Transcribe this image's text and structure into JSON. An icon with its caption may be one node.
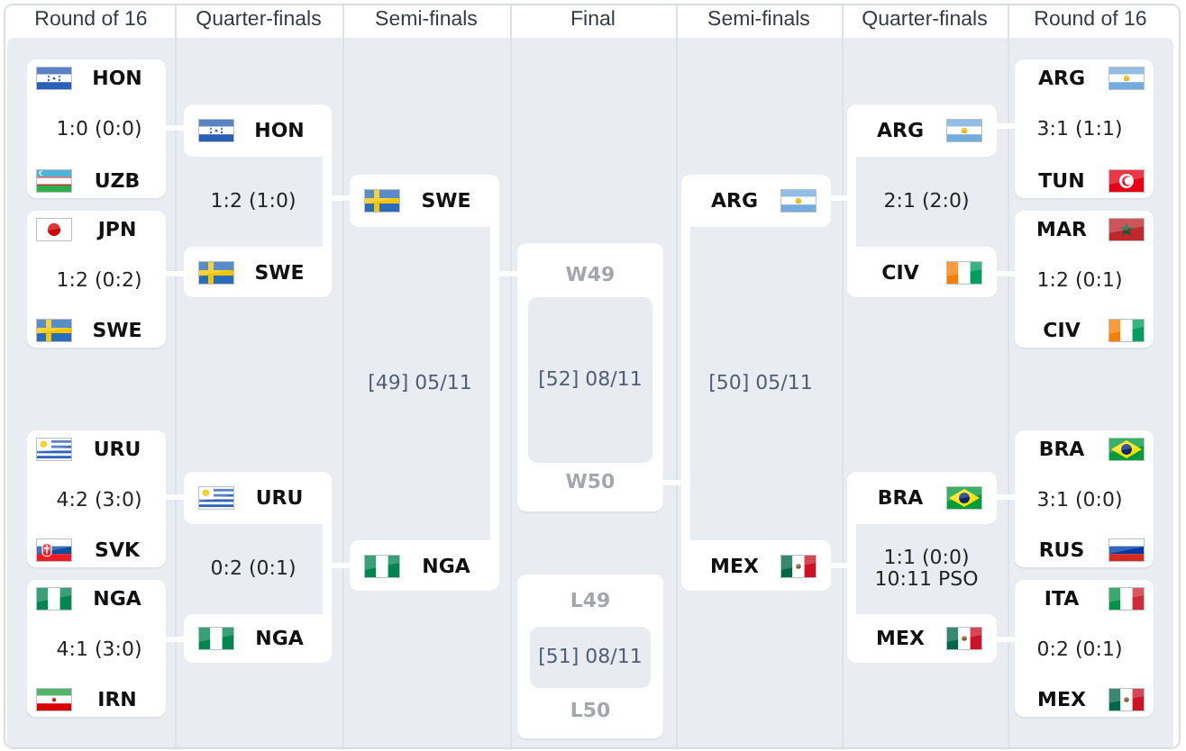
{
  "diagram": {
    "nodes": [
      {
        "text": [
          "HON",
          "1:0 (0:0)",
          "UZB"
        ]
      },
      {
        "text": [
          "JPN",
          "1:2 (0:2)",
          "SWE"
        ]
      },
      {
        "text": [
          "URU",
          "4:2 (3:0)",
          "SVK"
        ]
      },
      {
        "text": [
          "NGA",
          "4:1 (3:0)",
          "IRN"
        ]
      },
      {
        "text": [
          "HON",
          "1:2 (1:0)",
          "SWE"
        ]
      },
      {
        "text": [
          "URU",
          "0:2 (0:1)",
          "NGA"
        ]
      },
      {
        "text": [
          "SWE",
          "[49] 05/11",
          "NGA"
        ]
      },
      {
        "text": [
          "W49",
          "W50"
        ]
      },
      {
        "text": [
          "[52] 08/11"
        ],
        "in": 7
      },
      {
        "text": [
          "L49",
          "L50"
        ]
      },
      {
        "text": [
          "[51] 08/11"
        ],
        "in": 9
      },
      {
        "text": [
          "ARG",
          "[50] 05/11",
          "MEX"
        ]
      },
      {
        "text": [
          "ARG",
          "2:1 (2:0)",
          "CIV"
        ]
      },
      {
        "text": [
          "BRA",
          "1:1 (0:0) 10:11 PSO",
          "MEX"
        ]
      },
      {
        "text": [
          "ARG",
          "3:1 (1:1)",
          "TUN"
        ]
      },
      {
        "text": [
          "MAR",
          "1:2 (0:1)",
          "CIV"
        ]
      },
      {
        "text": [
          "BRA",
          "3:1 (0:0)",
          "RUS"
        ]
      },
      {
        "text": [
          "ITA",
          "0:2 (0:1)",
          "MEX"
        ]
      }
    ],
    "edges": [
      {
        "from": 0,
        "to": 4,
        "arrow": "none"
      },
      {
        "from": 1,
        "to": 4,
        "arrow": "none"
      },
      {
        "from": 2,
        "to": 5,
        "arrow": "none"
      },
      {
        "from": 3,
        "to": 5,
        "arrow": "none"
      },
      {
        "from": 4,
        "to": 6,
        "arrow": "none"
      },
      {
        "from": 5,
        "to": 6,
        "arrow": "none"
      },
      {
        "from": 6,
        "to": 7,
        "arrow": "none"
      },
      {
        "from": 11,
        "to": 7,
        "arrow": "none"
      },
      {
        "from": 12,
        "to": 11,
        "arrow": "none"
      },
      {
        "from": 13,
        "to": 11,
        "arrow": "none"
      },
      {
        "from": 14,
        "to": 12,
        "arrow": "none"
      },
      {
        "from": 15,
        "to": 12,
        "arrow": "none"
      },
      {
        "from": 16,
        "to": 13,
        "arrow": "none"
      },
      {
        "from": 17,
        "to": 13,
        "arrow": "none"
      }
    ],
    "labels": [
      "Round of 16",
      "Quarter-finals",
      "Semi-finals",
      "Final",
      "Semi-finals",
      "Quarter-finals",
      "Round of 16"
    ]
  }
}
